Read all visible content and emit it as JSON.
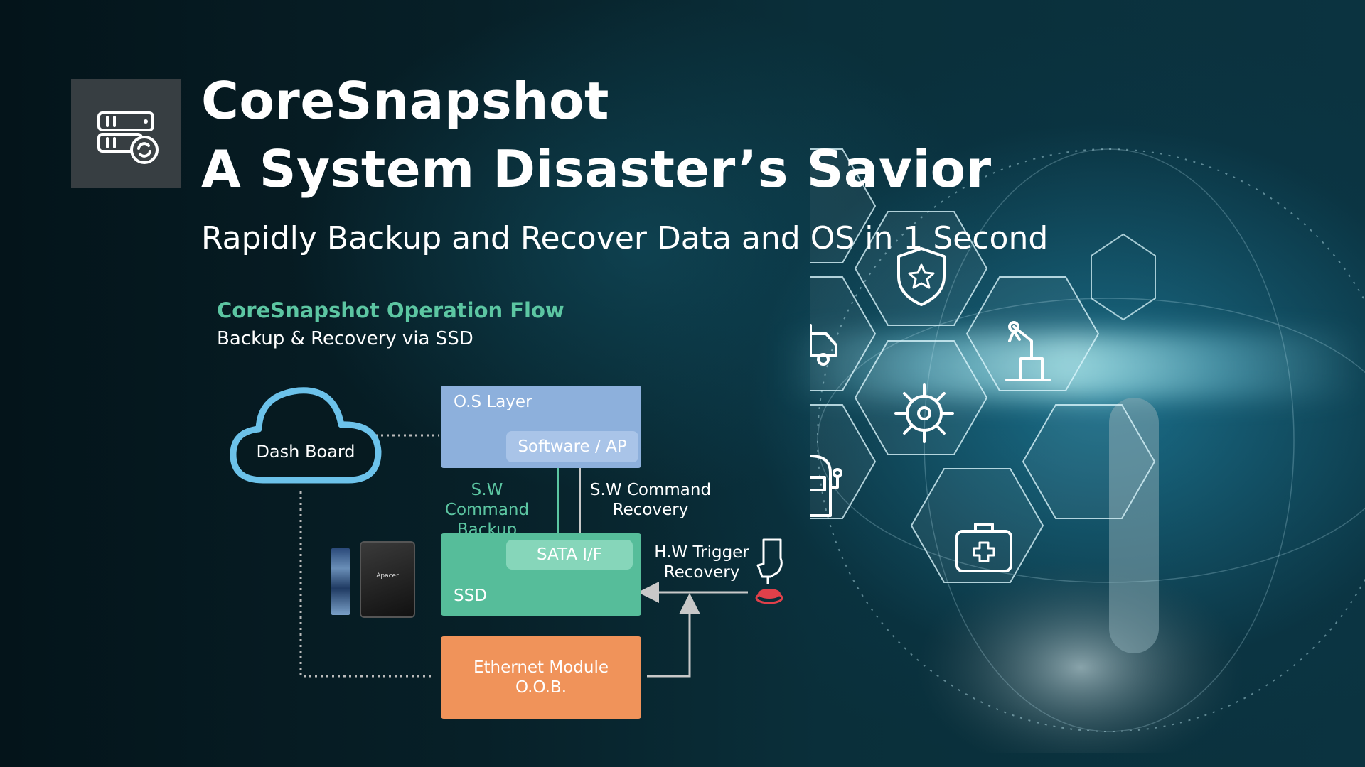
{
  "header": {
    "title_line1": "CoreSnapshot",
    "title_line2": "A System Disaster’s Savior",
    "subtitle": "Rapidly Backup and Recover Data and OS in 1 Second"
  },
  "flow": {
    "title": "CoreSnapshot Operation Flow",
    "subtitle": "Backup & Recovery via SSD",
    "dashboard_label": "Dash Board",
    "os_layer_label": "O.S Layer",
    "software_label": "Software / AP",
    "sw_backup_line1": "S.W Command",
    "sw_backup_line2": "Backup",
    "sw_recovery_line1": "S.W Command",
    "sw_recovery_line2": "Recovery",
    "sata_label": "SATA I/F",
    "ssd_label": "SSD",
    "hw_trigger_line1": "H.W Trigger",
    "hw_trigger_line2": "Recovery",
    "ethernet_line1": "Ethernet Module",
    "ethernet_line2": "O.O.B.",
    "device_brand": "Apacer"
  },
  "colors": {
    "accent_green": "#5cc6a2",
    "os_blue": "#8db0dc",
    "ssd_green": "#56bd9a",
    "ethernet_orange": "#f0935a",
    "cloud_outline": "#6cc2ea"
  },
  "icons": [
    "server-sync-icon",
    "cloud-icon",
    "push-button-icon",
    "shield-star-icon",
    "truck-icon",
    "robot-arm-icon",
    "share-icon",
    "network-hub-icon",
    "slot-machine-icon",
    "medical-kit-icon"
  ]
}
